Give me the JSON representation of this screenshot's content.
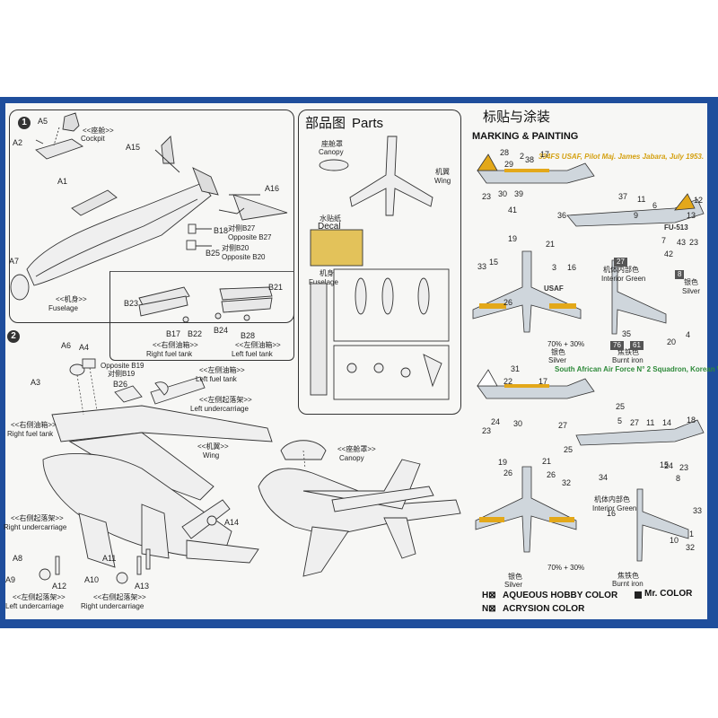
{
  "step1": {
    "number": "1",
    "cockpit_cn": "<<座舱>>",
    "cockpit_en": "Cockpit",
    "fuselage_cn": "<<机身>>",
    "fuselage_en": "Fuselage",
    "part_a5": "A5",
    "part_a2": "A2",
    "part_a1": "A1",
    "part_a15": "A15",
    "part_a16": "A16",
    "part_a7": "A7",
    "b18": "B18",
    "b18_note_cn": "对侧B27",
    "b18_note_en": "Opposite B27",
    "b25": "B25",
    "b25_note_cn": "对侧B20",
    "b25_note_en": "Opposite B20"
  },
  "tanks": {
    "b23": "B23",
    "b17": "B17",
    "b22": "B22",
    "b24": "B24",
    "b28": "B28",
    "b21": "B21",
    "right_cn": "<<右侧油箱>>",
    "right_en": "Right fuel tank",
    "left_cn": "<<左侧油箱>>",
    "left_en": "Left fuel tank"
  },
  "step2": {
    "number": "2",
    "a6": "A6",
    "a4": "A4",
    "a3": "A3",
    "b19_note_en": "Opposite B19",
    "b19_note_cn": "对侧B19",
    "b26": "B26",
    "left_tank_cn": "<<左侧油箱>>",
    "left_tank_en": "Left fuel tank",
    "left_uc_cn": "<<左侧起落架>>",
    "left_uc_en": "Left undercarriage",
    "right_tank_cn": "<<右侧油箱>>",
    "right_tank_en": "Right fuel tank",
    "wing_cn": "<<机翼>>",
    "wing_en": "Wing",
    "right_uc_cn": "<<右侧起落架>>",
    "right_uc_en": "Right undercarriage",
    "canopy_cn": "<<座舱罩>>",
    "canopy_en": "Canopy",
    "a14": "A14",
    "a8": "A8",
    "a9": "A9",
    "a12": "A12",
    "a11": "A11",
    "a10": "A10",
    "a13": "A13",
    "bottom_left_cn": "<<左侧起落架>>",
    "bottom_left_en": "Left undercarriage",
    "bottom_right_cn": "<<右侧起落架>>",
    "bottom_right_en": "Right undercarriage"
  },
  "parts": {
    "title_cn": "部品图",
    "title_en": "Parts",
    "canopy_cn": "座舱罩",
    "canopy_en": "Canopy",
    "wing_cn": "机翼",
    "wing_en": "Wing",
    "decal_cn": "水贴纸",
    "decal_en": "Decal",
    "fuselage_cn": "机身",
    "fuselage_en": "Fuselage"
  },
  "marking": {
    "title_cn": "标贴与涂装",
    "title_en": "MARKING & PAINTING",
    "caption1": "334FS USAF, Pilot Maj. James Jabara, July 1953.",
    "caption2": "South African Air Force N° 2 Squadron, Korean War.",
    "nums_a": [
      "28",
      "29",
      "2",
      "38",
      "17",
      "23",
      "30",
      "39",
      "41",
      "37",
      "11",
      "6",
      "12",
      "36",
      "9",
      "13",
      "7",
      "43",
      "23",
      "42",
      "19",
      "21",
      "33",
      "15",
      "3",
      "16",
      "26",
      "35",
      "4",
      "20"
    ],
    "nums_b": [
      "31",
      "22",
      "17",
      "23",
      "24",
      "30",
      "27",
      "25",
      "5",
      "27",
      "11",
      "14",
      "18",
      "25",
      "23",
      "24",
      "19",
      "21",
      "26",
      "26",
      "32",
      "34",
      "15",
      "8",
      "16",
      "33",
      "10",
      "1",
      "32"
    ],
    "interior_cn": "机体内部色",
    "interior_en": "Interior Green",
    "silver_cn": "银色",
    "silver_en": "Silver",
    "burnt_cn": "焦铁色",
    "burnt_en": "Burnt iron",
    "mix": "70% + 30%",
    "h_code1": "8",
    "h_code2": "27",
    "h_code3": "76",
    "n_code": "61",
    "usaf": "USAF",
    "tail": "FU-513"
  },
  "legend": {
    "h_label": "AQUEOUS HOBBY COLOR",
    "mr_label": "Mr. COLOR",
    "n_label": "ACRYSION COLOR",
    "h_sym": "H⊠",
    "n_sym": "N⊠"
  },
  "colors": {
    "border_blue": "#1f4e9c",
    "accent_yellow": "#e3a81a",
    "accent_green": "#2e8a3a"
  }
}
